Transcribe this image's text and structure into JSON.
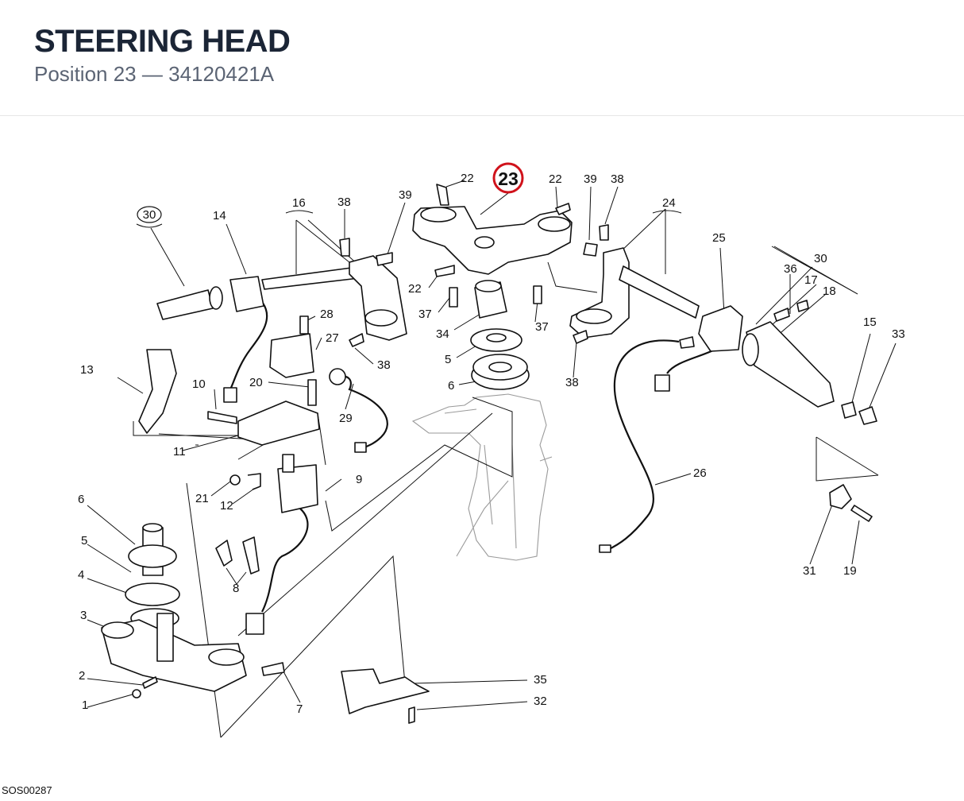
{
  "header": {
    "title": "STEERING HEAD",
    "position_label": "Position 23",
    "separator": "—",
    "part_number": "34120421A"
  },
  "diagram": {
    "highlighted_callout": "23",
    "highlight_color": "#d0121b",
    "reference_code": "SOS00287",
    "labels": {
      "l1": "1",
      "l2": "2",
      "l3": "3",
      "l4": "4",
      "l5a": "5",
      "l5b": "5",
      "l6a": "6",
      "l6b": "6",
      "l7": "7",
      "l8": "8",
      "l9": "9",
      "l10": "10",
      "l11": "11",
      "l12": "12",
      "l13": "13",
      "l14": "14",
      "l15": "15",
      "l16": "16",
      "l17": "17",
      "l18": "18",
      "l19": "19",
      "l20": "20",
      "l21": "21",
      "l22a": "22",
      "l22b": "22",
      "l22c": "22",
      "l24": "24",
      "l25": "25",
      "l26": "26",
      "l27": "27",
      "l28": "28",
      "l29": "29",
      "l30a": "30",
      "l30b": "30",
      "l31": "31",
      "l32": "32",
      "l33": "33",
      "l34": "34",
      "l35": "35",
      "l36": "36",
      "l37a": "37",
      "l37b": "37",
      "l38a": "38",
      "l38b": "38",
      "l38c": "38",
      "l38d": "38",
      "l39a": "39",
      "l39b": "39"
    }
  }
}
